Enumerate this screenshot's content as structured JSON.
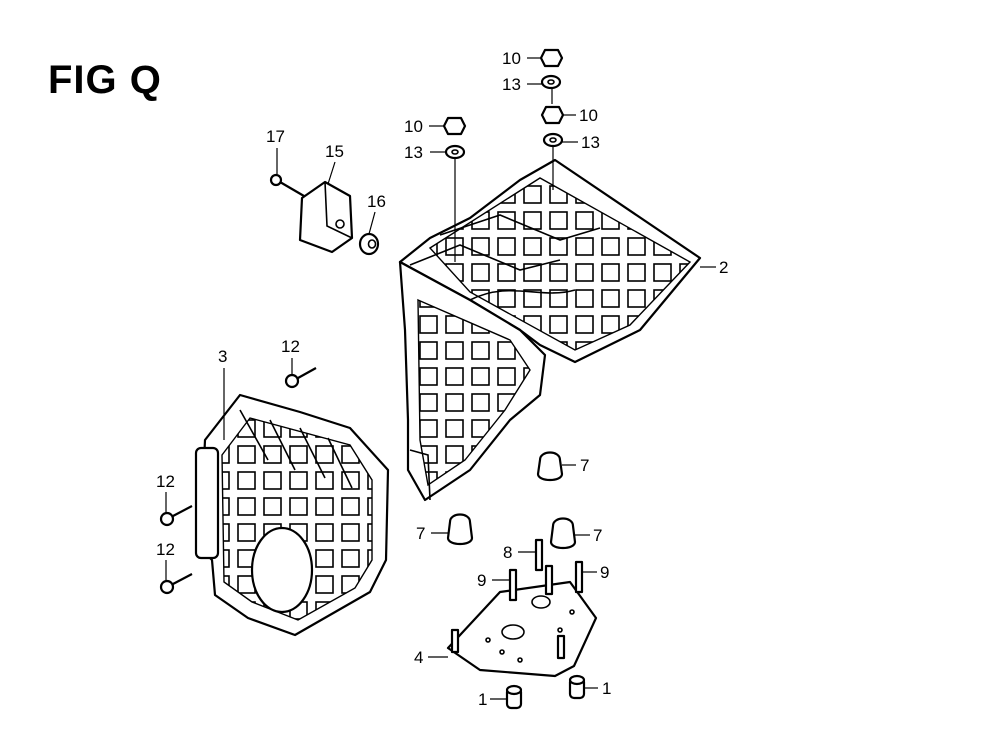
{
  "title": "FIG Q",
  "callouts": [
    {
      "ref": "10",
      "n": "10"
    },
    {
      "ref": "13",
      "n": "13"
    },
    {
      "ref": "10b",
      "n": "10"
    },
    {
      "ref": "13b",
      "n": "13"
    },
    {
      "ref": "10c",
      "n": "10"
    },
    {
      "ref": "13c",
      "n": "13"
    },
    {
      "ref": "17",
      "n": "17"
    },
    {
      "ref": "15",
      "n": "15"
    },
    {
      "ref": "16",
      "n": "16"
    },
    {
      "ref": "2",
      "n": "2"
    },
    {
      "ref": "12a",
      "n": "12"
    },
    {
      "ref": "3",
      "n": "3"
    },
    {
      "ref": "12b",
      "n": "12"
    },
    {
      "ref": "12c",
      "n": "12"
    },
    {
      "ref": "7a",
      "n": "7"
    },
    {
      "ref": "7b",
      "n": "7"
    },
    {
      "ref": "7c",
      "n": "7"
    },
    {
      "ref": "8",
      "n": "8"
    },
    {
      "ref": "9a",
      "n": "9"
    },
    {
      "ref": "9b",
      "n": "9"
    },
    {
      "ref": "4",
      "n": "4"
    },
    {
      "ref": "1a",
      "n": "1"
    },
    {
      "ref": "1b",
      "n": "1"
    }
  ]
}
